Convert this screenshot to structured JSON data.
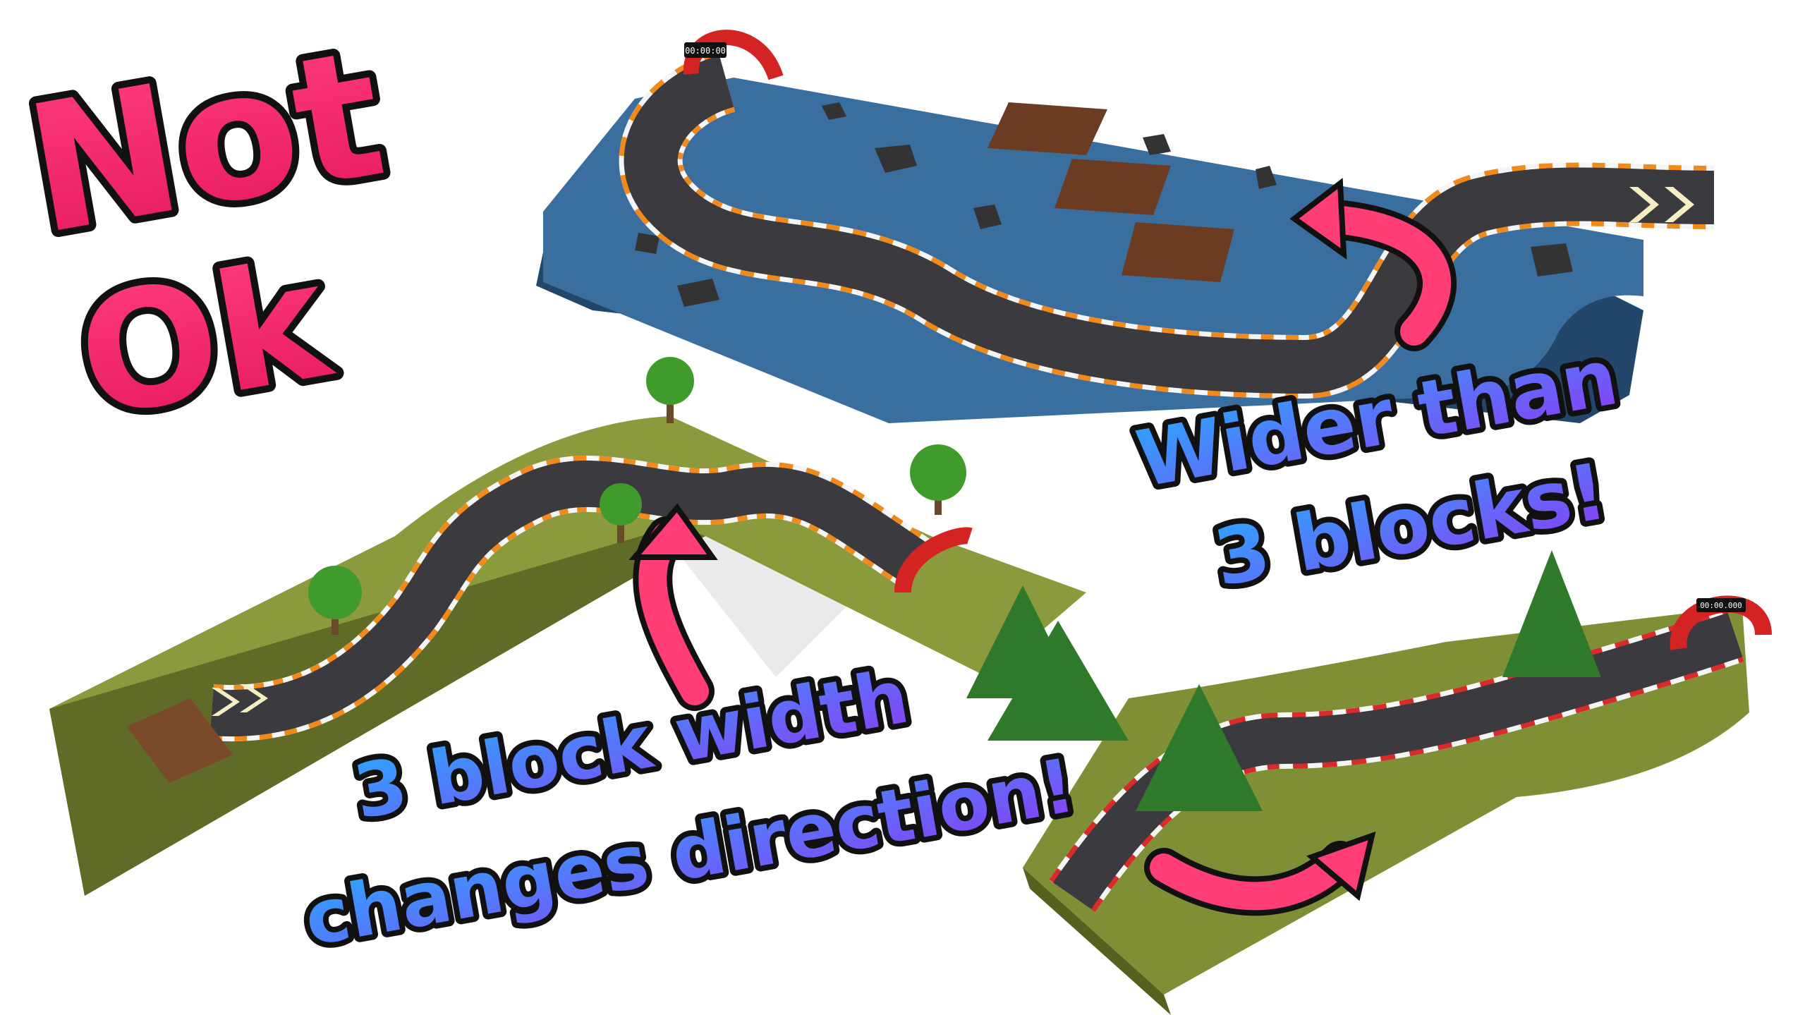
{
  "headline": {
    "line1": "Not",
    "line2": "Ok"
  },
  "captions": {
    "wider_line1": "Wider than",
    "wider_line2": "3 blocks!",
    "width_line1": "3 block width",
    "width_line2": "changes direction!"
  },
  "timers": {
    "top_track": "00:00:00",
    "right_track": "00:00.000"
  },
  "colors": {
    "headline_pink": "#ff2a6d",
    "outline": "#111111",
    "water": "#3a6e9e",
    "grass": "#8a9a3c",
    "asphalt": "#3b3b3f",
    "kerb_orange": "#f08a1c",
    "kerb_red": "#d92b2b",
    "arrow_pink": "#ff3d77",
    "gradient_start": "#2aa8ff",
    "gradient_end": "#8b3cf5"
  },
  "icons": [
    "curved-arrow-icon",
    "tree-icon",
    "rock-icon",
    "start-gate-icon",
    "chevron-icon"
  ]
}
